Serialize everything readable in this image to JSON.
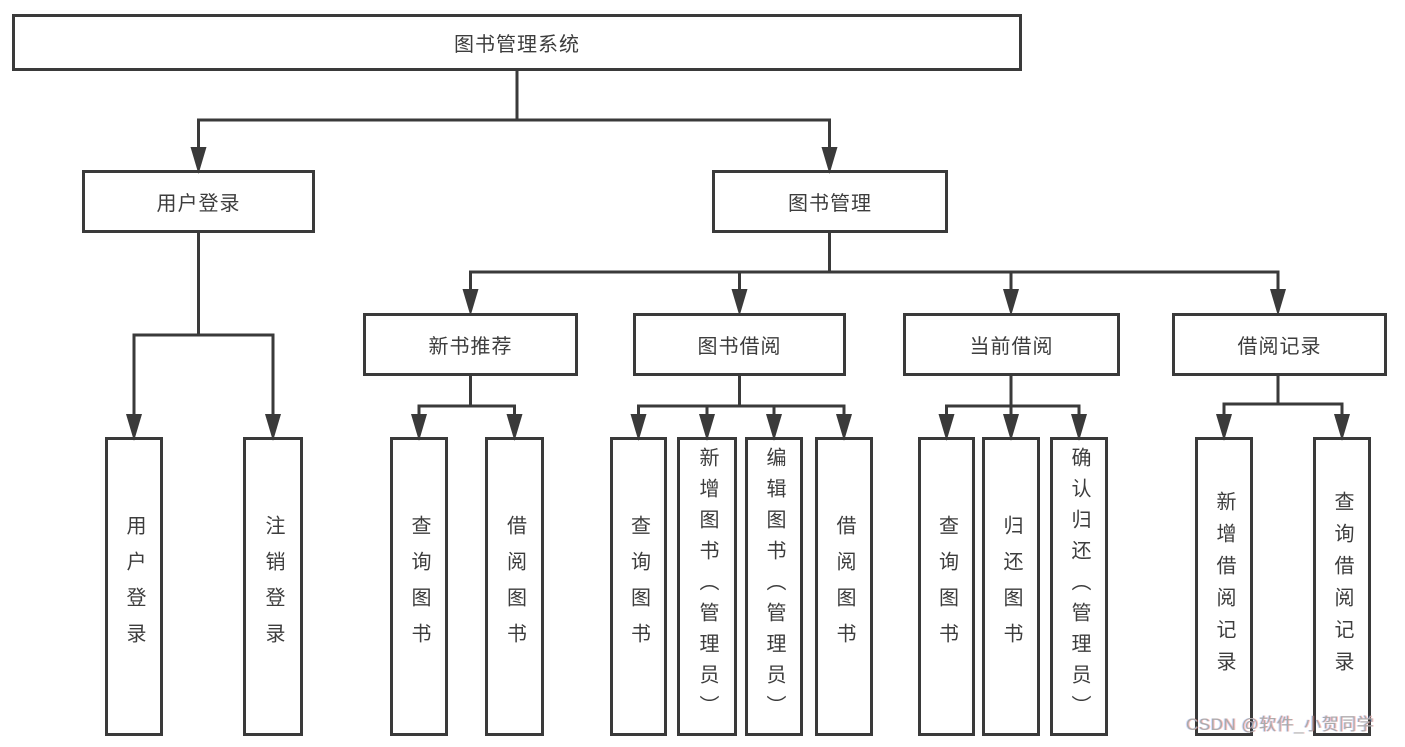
{
  "colors": {
    "line": "#3a3a3a",
    "text": "#3d3d3d",
    "box_background": "#ffffff",
    "watermark": "#ababab"
  },
  "nodes": {
    "root": {
      "label": "图书管理系统"
    },
    "level2": {
      "user_login": {
        "label": "用户登录"
      },
      "book_management": {
        "label": "图书管理"
      }
    },
    "level3": {
      "new_book_recommend": {
        "label": "新书推荐"
      },
      "book_borrowing": {
        "label": "图书借阅"
      },
      "current_borrowing": {
        "label": "当前借阅"
      },
      "borrowing_records": {
        "label": "借阅记录"
      }
    },
    "leaves": {
      "user_login": {
        "label": "用户登录"
      },
      "logout": {
        "label": "注销登录"
      },
      "newrec_query_books": {
        "label": "查询图书"
      },
      "newrec_borrow_books": {
        "label": "借阅图书"
      },
      "borrowing_query_books": {
        "label": "查询图书"
      },
      "borrowing_add_books": {
        "label": "新增图书（管理员）"
      },
      "borrowing_edit_books": {
        "label": "编辑图书（管理员）"
      },
      "borrowing_borrow_books": {
        "label": "借阅图书"
      },
      "current_query_books": {
        "label": "查询图书"
      },
      "current_return_books": {
        "label": "归还图书"
      },
      "current_confirm_return": {
        "label": "确认归还（管理员）"
      },
      "records_add_record": {
        "label": "新增借阅记录"
      },
      "records_query_record": {
        "label": "查询借阅记录"
      }
    }
  },
  "watermark": {
    "text": "CSDN @软件_小贺同学"
  }
}
